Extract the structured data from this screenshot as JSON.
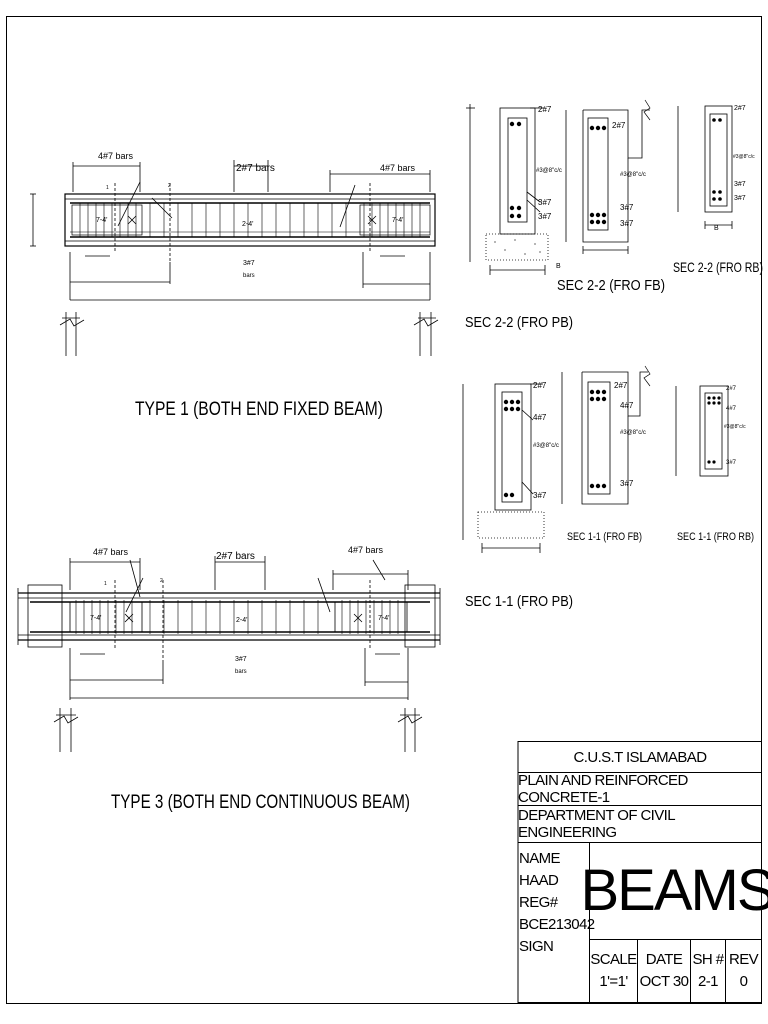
{
  "drawings": {
    "type1": {
      "title": "TYPE 1 (BOTH END FIXED BEAM)",
      "top_left_bars": "4#7 bars",
      "top_mid_bars": "2#7 bars",
      "top_right_bars": "4#7 bars",
      "bottom_bars": "3#7",
      "bottom_bars_unit": "bars",
      "left_dim": "7-4'",
      "mid_dim": "2-4'",
      "right_dim": "7-4'",
      "mark_1": "1",
      "mark_2": "2"
    },
    "type3": {
      "title": "TYPE 3 (BOTH END CONTINUOUS BEAM)",
      "top_left_bars": "4#7 bars",
      "top_mid_bars": "2#7 bars",
      "top_right_bars": "4#7 bars",
      "bottom_bars": "3#7",
      "bottom_bars_unit": "bars",
      "left_dim": "7-4'",
      "mid_dim": "2-4'",
      "right_dim": "7-4'",
      "mark_1": "1",
      "mark_2": "2"
    },
    "sections": {
      "sec22_pb": {
        "caption": "SEC 2-2 (FRO PB)",
        "top": "2#7",
        "stirrup": "#3@8\"c/c",
        "bot1": "3#7",
        "bot2": "3#7"
      },
      "sec22_fb": {
        "caption": "SEC 2-2 (FRO FB)",
        "top": "2#7",
        "stirrup": "#3@8\"c/c",
        "bot1": "3#7",
        "bot2": "3#7",
        "mark": "B"
      },
      "sec22_rb": {
        "caption": "SEC 2-2 (FRO RB)",
        "top": "2#7",
        "stirrup": "#3@8\"c/c",
        "bot1": "3#7",
        "bot2": "3#7",
        "mark": "B"
      },
      "sec11_pb": {
        "caption": "SEC 1-1 (FRO PB)",
        "top": "2#7",
        "top2": "4#7",
        "stirrup": "#3@8\"c/c",
        "bot": "3#7"
      },
      "sec11_fb": {
        "caption": "SEC 1-1 (FRO FB)",
        "top": "2#7",
        "top2": "4#7",
        "stirrup": "#3@8\"c/c",
        "bot": "3#7"
      },
      "sec11_rb": {
        "caption": "SEC 1-1 (FRO RB)",
        "top": "2#7",
        "top2": "4#7",
        "stirrup": "#3@8\"c/c",
        "bot": "3#7"
      }
    }
  },
  "title_block": {
    "institution": "C.U.S.T ISLAMABAD",
    "course": "PLAIN AND REINFORCED CONCRETE-1",
    "department": "DEPARTMENT OF CIVIL ENGINEERING",
    "name_label": "NAME",
    "name_value": "HAAD",
    "reg_label": "REG#",
    "reg_value": "BCE213042",
    "sign_label": "SIGN",
    "drawing_title": "BEAMS",
    "scale_label": "SCALE",
    "scale_value": "1'=1'",
    "date_label": "DATE",
    "date_value": "OCT 30",
    "sheet_label": "SH #",
    "sheet_value": "2-1",
    "rev_label": "REV",
    "rev_value": "0"
  }
}
